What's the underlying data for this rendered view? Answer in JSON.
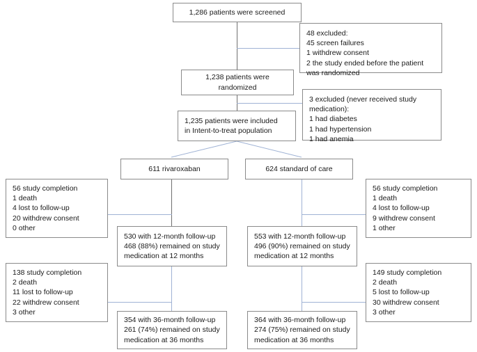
{
  "diagram": {
    "title": "CONSORT participant flow diagram",
    "type": "flowchart",
    "colors": {
      "box_border": "#8a8a8a",
      "connector": "#9fb2d4",
      "connector_dark": "#6f6f6f",
      "text": "#1a1a1a",
      "background": "#ffffff"
    },
    "nodes": {
      "screened": {
        "label": "1,286 patients were screened",
        "count": 1286
      },
      "excluded_screening": {
        "label": "48 excluded:\n45 screen failures\n1 withdrew consent\n2 the study ended before the patient\nwas randomized",
        "total": 48,
        "reasons": [
          {
            "n": 45,
            "reason": "screen failures"
          },
          {
            "n": 1,
            "reason": "withdrew consent"
          },
          {
            "n": 2,
            "reason": "the study ended before the patient was randomized"
          }
        ]
      },
      "randomized": {
        "label": "1,238 patients were\nrandomized",
        "count": 1238
      },
      "excluded_medication": {
        "label": "3 excluded (never received study\nmedication):\n1 had diabetes\n1 had hypertension\n1 had anemia",
        "total": 3,
        "reasons": [
          {
            "n": 1,
            "reason": "had diabetes"
          },
          {
            "n": 1,
            "reason": "had hypertension"
          },
          {
            "n": 1,
            "reason": "had anemia"
          }
        ]
      },
      "itt": {
        "label": "1,235 patients were included\nin Intent-to-treat population",
        "count": 1235
      },
      "arm_rivaroxaban": {
        "label": "611 rivaroxaban",
        "count": 611,
        "arm": "rivaroxaban"
      },
      "arm_standard": {
        "label": "624 standard of care",
        "count": 624,
        "arm": "standard of care"
      },
      "riva_discont_12": {
        "label": "56 study completion\n1 death\n4 lost to follow-up\n20 withdrew consent\n0 other",
        "items": [
          {
            "n": 56,
            "reason": "study completion"
          },
          {
            "n": 1,
            "reason": "death"
          },
          {
            "n": 4,
            "reason": "lost to follow-up"
          },
          {
            "n": 20,
            "reason": "withdrew consent"
          },
          {
            "n": 0,
            "reason": "other"
          }
        ]
      },
      "std_discont_12": {
        "label": "56 study completion\n1 death\n4 lost to follow-up\n9 withdrew consent\n1 other",
        "items": [
          {
            "n": 56,
            "reason": "study completion"
          },
          {
            "n": 1,
            "reason": "death"
          },
          {
            "n": 4,
            "reason": "lost to follow-up"
          },
          {
            "n": 9,
            "reason": "withdrew consent"
          },
          {
            "n": 1,
            "reason": "other"
          }
        ]
      },
      "riva_fu_12": {
        "label": "530 with 12-month follow-up\n468 (88%) remained on study\nmedication at 12 months",
        "followup": 530,
        "on_medication": 468,
        "percent": "88%",
        "months": 12
      },
      "std_fu_12": {
        "label": "553 with 12-month follow-up\n496 (90%) remained on study\nmedication at 12 months",
        "followup": 553,
        "on_medication": 496,
        "percent": "90%",
        "months": 12
      },
      "riva_discont_36": {
        "label": "138 study completion\n2 death\n11 lost to follow-up\n22 withdrew consent\n3 other",
        "items": [
          {
            "n": 138,
            "reason": "study completion"
          },
          {
            "n": 2,
            "reason": "death"
          },
          {
            "n": 11,
            "reason": "lost to follow-up"
          },
          {
            "n": 22,
            "reason": "withdrew consent"
          },
          {
            "n": 3,
            "reason": "other"
          }
        ]
      },
      "std_discont_36": {
        "label": "149 study completion\n2 death\n5 lost to follow-up\n30 withdrew consent\n3 other",
        "items": [
          {
            "n": 149,
            "reason": "study completion"
          },
          {
            "n": 2,
            "reason": "death"
          },
          {
            "n": 5,
            "reason": "lost to follow-up"
          },
          {
            "n": 30,
            "reason": "withdrew consent"
          },
          {
            "n": 3,
            "reason": "other"
          }
        ]
      },
      "riva_fu_36": {
        "label": "354 with 36-month follow-up\n261 (74%) remained on study\nmedication at 36 months",
        "followup": 354,
        "on_medication": 261,
        "percent": "74%",
        "months": 36
      },
      "std_fu_36": {
        "label": "364 with 36-month follow-up\n274 (75%) remained on study\nmedication at 36 months",
        "followup": 364,
        "on_medication": 274,
        "percent": "75%",
        "months": 36
      }
    }
  }
}
